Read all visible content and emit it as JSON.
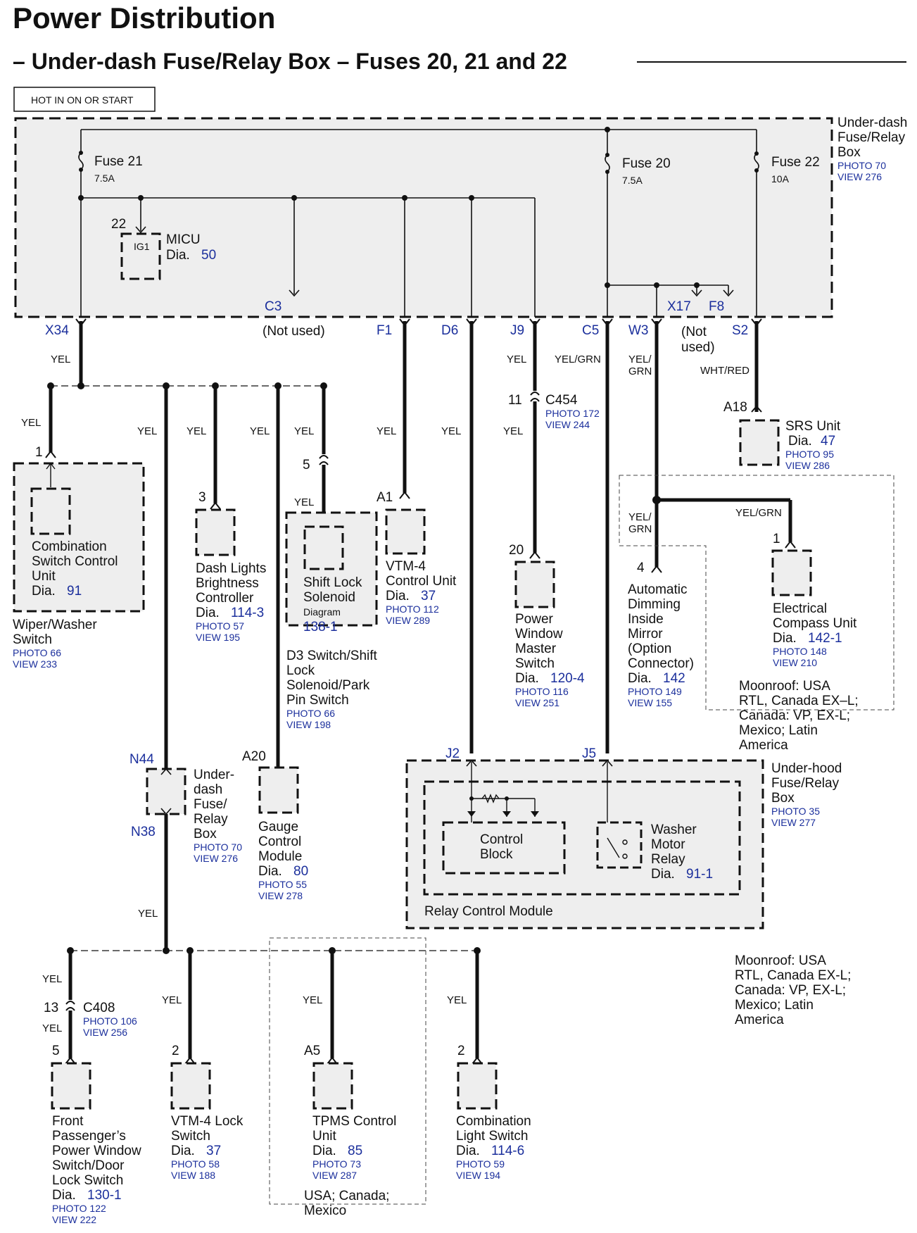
{
  "title": "Power Distribution",
  "subtitle": "– Under-dash Fuse/Relay Box – Fuses 20, 21 and 22",
  "hot_label": "HOT IN ON OR START",
  "colors": {
    "ink": "#111111",
    "link_blue": "#1b2f9c",
    "box_fill": "#eeeeee"
  },
  "fuse_box": {
    "line1": "Under-dash",
    "line2": "Fuse/Relay",
    "line3": "Box",
    "photo": "PHOTO 70",
    "view": "VIEW 276"
  },
  "fuses": {
    "f21": {
      "name": "Fuse 21",
      "rating": "7.5A"
    },
    "f20": {
      "name": "Fuse 20",
      "rating": "7.5A"
    },
    "f22": {
      "name": "Fuse 22",
      "rating": "10A"
    }
  },
  "micu": {
    "pin": "22",
    "terminal": "IG1",
    "name": "MICU",
    "dia_label": "Dia.",
    "dia": "50"
  },
  "terminals": {
    "x34": "X34",
    "c3": "C3",
    "not_used": "(Not used)",
    "f1": "F1",
    "d6": "D6",
    "j9": "J9",
    "c5": "C5",
    "w3": "W3",
    "x17": "X17",
    "f8": "F8",
    "not_used_a": "(Not",
    "not_used_b": "used)",
    "s2": "S2"
  },
  "wire_colors": {
    "yel": "YEL",
    "yel_grn": "YEL/GRN",
    "yel_a": "YEL/",
    "grn": "GRN",
    "wht_red": "WHT/RED"
  },
  "c454": {
    "pin": "11",
    "name": "C454",
    "photo": "PHOTO 172",
    "view": "VIEW 244"
  },
  "srs": {
    "pin": "A18",
    "name": "SRS Unit",
    "dia_label": "Dia.",
    "dia": "47",
    "photo": "PHOTO 95",
    "view": "VIEW 286"
  },
  "combo_switch": {
    "pin": "1",
    "l1": "Combination",
    "l2": "Switch Control",
    "l3": "Unit",
    "dia_label": "Dia.",
    "dia": "91",
    "outer1": "Wiper/Washer",
    "outer2": "Switch",
    "photo": "PHOTO 66",
    "view": "VIEW 233"
  },
  "dash_lights": {
    "pin": "3",
    "l1": "Dash Lights",
    "l2": "Brightness",
    "l3": "Controller",
    "dia_label": "Dia.",
    "dia": "114-3",
    "photo": "PHOTO 57",
    "view": "VIEW 195"
  },
  "shift_lock": {
    "pin": "5",
    "l1": "Shift Lock",
    "l2": "Solenoid",
    "l3": "Diagram",
    "dia": "138-1",
    "o1": "D3 Switch/Shift",
    "o2": "Lock",
    "o3": "Solenoid/Park",
    "o4": "Pin Switch",
    "photo": "PHOTO 66",
    "view": "VIEW 198"
  },
  "vtm4": {
    "pin": "A1",
    "l1": "VTM-4",
    "l2": "Control Unit",
    "dia_label": "Dia.",
    "dia": "37",
    "photo": "PHOTO 112",
    "view": "VIEW 289"
  },
  "pw_master": {
    "pin": "20",
    "l1": "Power",
    "l2": "Window",
    "l3": "Master",
    "l4": "Switch",
    "dia_label": "Dia.",
    "dia": "120-4",
    "photo": "PHOTO 116",
    "view": "VIEW 251"
  },
  "mirror": {
    "pin": "4",
    "l1": "Automatic",
    "l2": "Dimming",
    "l3": "Inside",
    "l4": "Mirror",
    "l5": "(Option",
    "l6": "Connector)",
    "dia_label": "Dia.",
    "dia": "142",
    "photo": "PHOTO 149",
    "view": "VIEW 155"
  },
  "compass": {
    "pin": "1",
    "l1": "Electrical",
    "l2": "Compass Unit",
    "dia_label": "Dia.",
    "dia": "142-1",
    "photo": "PHOTO 148",
    "view": "VIEW 210"
  },
  "moonroof_note": {
    "l1": "Moonroof: USA",
    "l2": "RTL, Canada EX–L;",
    "l3": "Canada: VP, EX-L;",
    "l4": "Mexico; Latin",
    "l5": "America"
  },
  "n44_box": {
    "top": "N44",
    "bottom": "N38",
    "l1": "Under-",
    "l2": "dash",
    "l3": "Fuse/",
    "l4": "Relay",
    "l5": "Box",
    "photo": "PHOTO 70",
    "view": "VIEW 276"
  },
  "gauge": {
    "pin": "A20",
    "l1": "Gauge",
    "l2": "Control",
    "l3": "Module",
    "dia_label": "Dia.",
    "dia": "80",
    "photo": "PHOTO 55",
    "view": "VIEW 278"
  },
  "relay_module": {
    "j2": "J2",
    "j5": "J5",
    "cb1": "Control",
    "cb2": "Block",
    "wm1": "Washer",
    "wm2": "Motor",
    "wm3": "Relay",
    "dia_label": "Dia.",
    "dia": "91-1",
    "name": "Relay Control Module",
    "uh1": "Under-hood",
    "uh2": "Fuse/Relay",
    "uh3": "Box",
    "photo": "PHOTO 35",
    "view": "VIEW 277"
  },
  "moonroof_note2": {
    "l1": "Moonroof: USA",
    "l2": "RTL, Canada EX-L;",
    "l3": "Canada: VP, EX-L;",
    "l4": "Mexico; Latin",
    "l5": "America"
  },
  "c408": {
    "pin_in": "13",
    "name": "C408",
    "photo": "PHOTO 106",
    "view": "VIEW 256"
  },
  "front_pass": {
    "pin": "5",
    "l1": "Front",
    "l2": "Passenger’s",
    "l3": "Power Window",
    "l4": "Switch/Door",
    "l5": "Lock Switch",
    "dia_label": "Dia.",
    "dia": "130-1",
    "photo": "PHOTO 122",
    "view": "VIEW 222"
  },
  "vtm4_lock": {
    "pin": "2",
    "l1": "VTM-4 Lock",
    "l2": "Switch",
    "dia_label": "Dia.",
    "dia": "37",
    "photo": "PHOTO 58",
    "view": "VIEW 188"
  },
  "tpms": {
    "pin": "A5",
    "l1": "TPMS Control",
    "l2": "Unit",
    "dia_label": "Dia.",
    "dia": "85",
    "photo": "PHOTO 73",
    "view": "VIEW 287",
    "region1": "USA; Canada;",
    "region2": "Mexico"
  },
  "combo_light": {
    "pin": "2",
    "l1": "Combination",
    "l2": "Light Switch",
    "dia_label": "Dia.",
    "dia": "114-6",
    "photo": "PHOTO 59",
    "view": "VIEW 194"
  }
}
